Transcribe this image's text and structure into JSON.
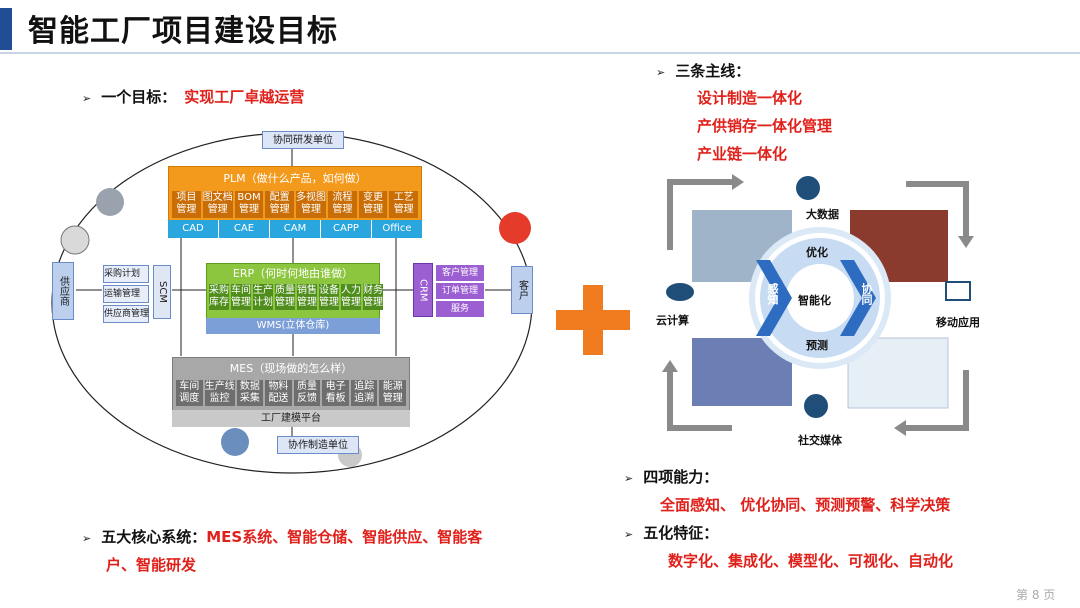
{
  "page": {
    "title": "智能工厂项目建设目标",
    "page_number": "第 8 页"
  },
  "left": {
    "goal_label": "一个目标：",
    "goal_value": "实现工厂卓越运营",
    "core_label": "五大核心系统：",
    "core_value_line1": "MES系统、智能仓储、智能供应、智能客",
    "core_value_line2": "户、智能研发"
  },
  "diagram": {
    "collab_top": "协同研发单位",
    "collab_bottom": "协作制造单位",
    "plm_title": "PLM（做什么产品，如何做）",
    "plm_cells": [
      "项目\n管理",
      "图文档\n管理",
      "BOM\n管理",
      "配置\n管理",
      "多视图\n管理",
      "流程\n管理",
      "变更\n管理",
      "工艺\n管理"
    ],
    "cad_cells": [
      "CAD",
      "CAE",
      "CAM",
      "CAPP",
      "Office"
    ],
    "erp_title": "ERP（何时何地由谁做）",
    "erp_cells": [
      "采购\n库存",
      "车间\n管理",
      "生产\n计划",
      "质量\n管理",
      "销售\n管理",
      "设备\n管理",
      "人力\n管理",
      "财务\n管理"
    ],
    "wms": "WMS(立体仓库)",
    "mes_title": "MES（现场做的怎么样）",
    "mes_cells": [
      "车间\n调度",
      "生产线\n监控",
      "数据\n采集",
      "物料\n配送",
      "质量\n反馈",
      "电子\n看板",
      "追踪\n追溯",
      "能源\n管理"
    ],
    "factory_platform": "工厂建模平台",
    "scm_items": [
      "采购计划",
      "运输管理",
      "供应商管理"
    ],
    "scm": "SCM",
    "supplier": "供应商",
    "crm": "CRM",
    "crm_items": [
      "客户管理",
      "订单管理",
      "服务"
    ],
    "customer": "客户"
  },
  "right": {
    "lines_label": "三条主线：",
    "lines": [
      "设计制造一体化",
      "产供销存一体化管理",
      "产业链一体化"
    ],
    "wheel": {
      "top": "优化",
      "left": "感知",
      "right": "协同",
      "bottom": "预测",
      "center": "智能化",
      "bigdata": "大数据",
      "cloud": "云计算",
      "mobile": "移动应用",
      "social": "社交媒体"
    },
    "abilities_label": "四项能力：",
    "abilities": "全面感知、 优化协同、预测预警、科学决策",
    "features_label": "五化特征：",
    "features": "数字化、集成化、模型化、可视化、自动化"
  },
  "colors": {
    "accent": "#1f4e96",
    "highlight": "#e0211b",
    "plm": "#f39a1d",
    "erp": "#8cc63f",
    "mes": "#a8a8a8",
    "crm": "#9b5fd2",
    "plus": "#f07c1f"
  }
}
